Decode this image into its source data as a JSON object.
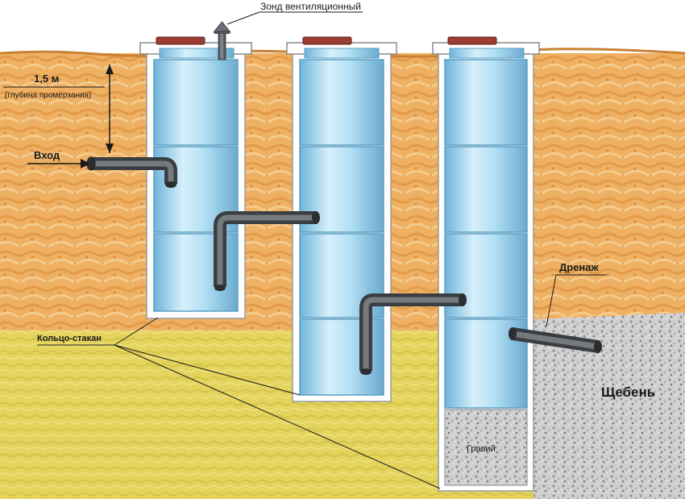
{
  "labels": {
    "vent_probe": "Зонд вентиляционный",
    "depth_value": "1,5 м",
    "depth_note": "(глубина промерзания)",
    "inlet": "Вход",
    "drainage": "Дренаж",
    "ring_cup": "Кольцо-стакан",
    "crushed_stone": "Щебень",
    "gravel": "Гравий"
  },
  "icons": {
    "arrow": "arrow-right-icon",
    "vent": "vent-cap-icon",
    "hatch": "hatch-cover-icon"
  },
  "colors": {
    "soil_top": "#e8a04a",
    "soil_light": "#f2c98a",
    "soil_bottom": "#e6d25a",
    "ring_fill": "#9fd6ef",
    "ring_edge": "#5e9fc4",
    "pipe": "#5c6066",
    "hatch": "#9c3d33",
    "gravel": "#c9c9c9"
  }
}
